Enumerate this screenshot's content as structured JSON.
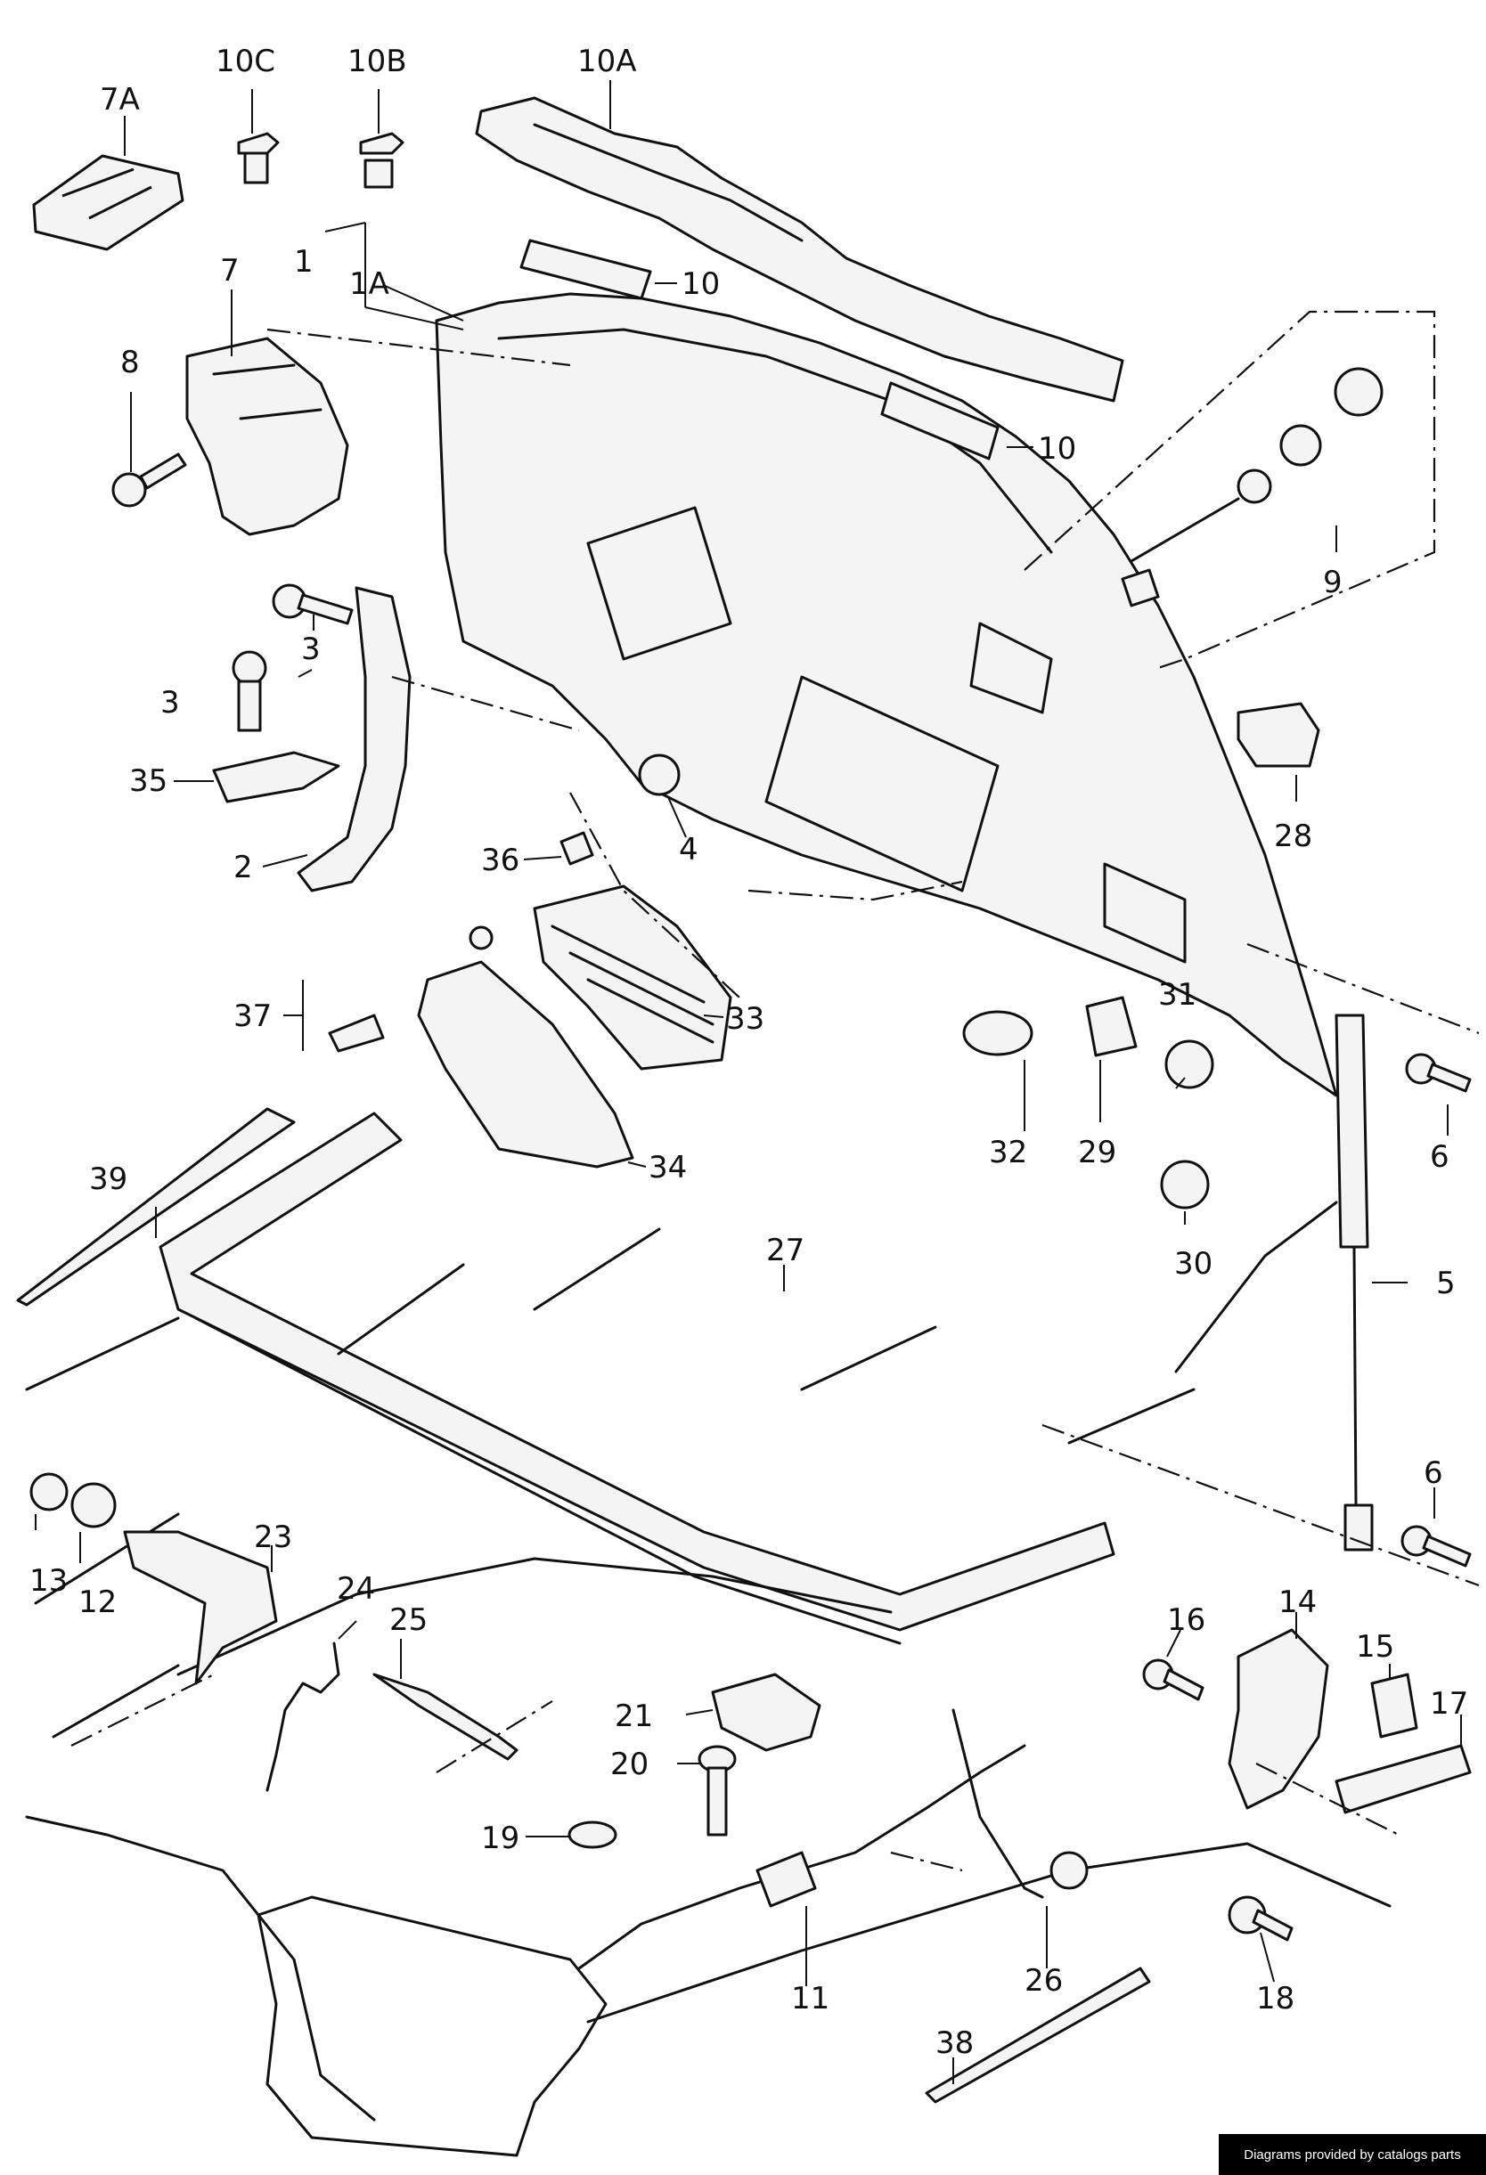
{
  "diagram": {
    "callouts": {
      "c1": "1",
      "c1a": "1A",
      "c2": "2",
      "c3a": "3",
      "c3b": "3",
      "c4": "4",
      "c5": "5",
      "c6a": "6",
      "c6b": "6",
      "c7": "7",
      "c7a": "7A",
      "c8": "8",
      "c9": "9",
      "c10a": "10",
      "c10b": "10",
      "c10a_lbl": "10A",
      "c10b_lbl": "10B",
      "c10c_lbl": "10C",
      "c11": "11",
      "c12": "12",
      "c13": "13",
      "c14": "14",
      "c15": "15",
      "c16": "16",
      "c17": "17",
      "c18": "18",
      "c19": "19",
      "c20": "20",
      "c21": "21",
      "c23": "23",
      "c24": "24",
      "c25": "25",
      "c26": "26",
      "c27": "27",
      "c28": "28",
      "c29": "29",
      "c30": "30",
      "c31": "31",
      "c32": "32",
      "c33": "33",
      "c34": "34",
      "c35": "35",
      "c36": "36",
      "c37": "37",
      "c38": "38",
      "c39": "39"
    }
  },
  "footer": {
    "credit": "Diagrams provided by catalogs parts"
  }
}
